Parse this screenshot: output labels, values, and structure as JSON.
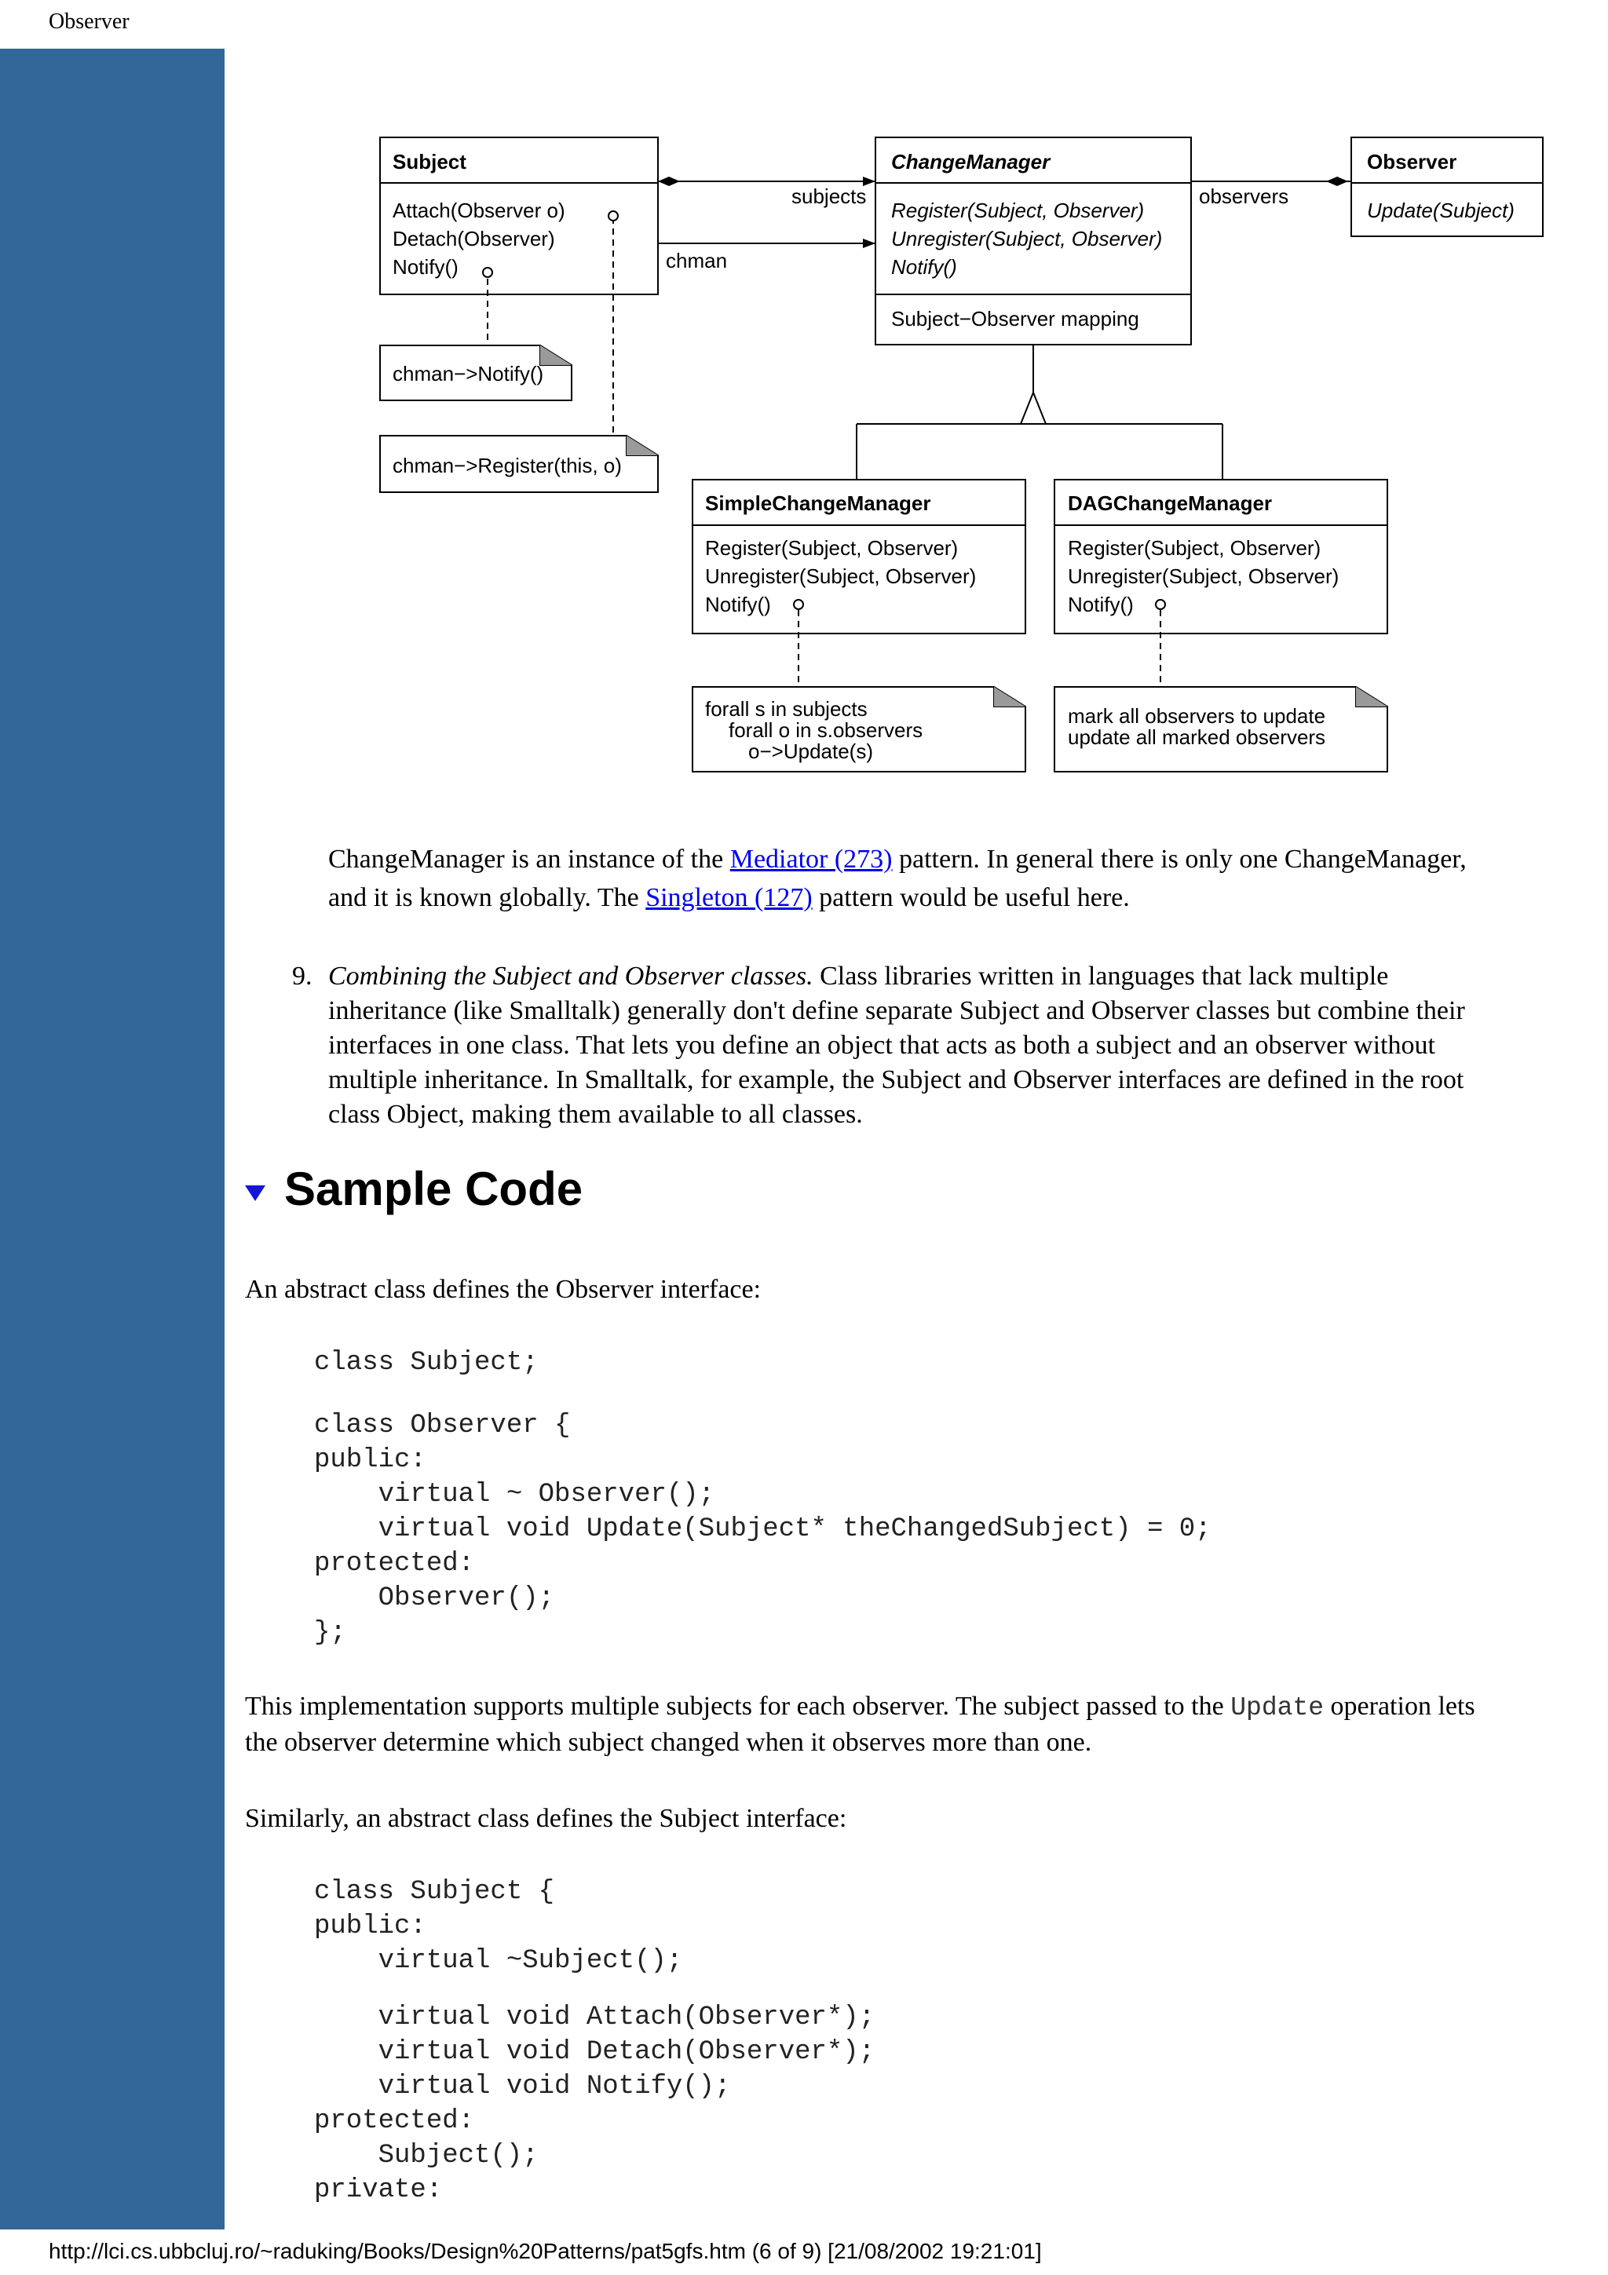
{
  "header": {
    "title": "Observer"
  },
  "footer": {
    "text": "http://lci.cs.ubbcluj.ro/~raduking/Books/Design%20Patterns/pat5gfs.htm (6 of 9) [21/08/2002 19:21:01]"
  },
  "diagram": {
    "subject": {
      "name": "Subject",
      "ops": [
        "Attach(Observer o)",
        "Detach(Observer)",
        "Notify()"
      ]
    },
    "change_manager": {
      "name": "ChangeManager",
      "ops": [
        "Register(Subject, Observer)",
        "Unregister(Subject, Observer)",
        "Notify()"
      ],
      "attr": "Subject−Observer mapping"
    },
    "observer": {
      "name": "Observer",
      "ops": [
        "Update(Subject)"
      ]
    },
    "simple_cm": {
      "name": "SimpleChangeManager",
      "ops": [
        "Register(Subject, Observer)",
        "Unregister(Subject, Observer)",
        "Notify()"
      ]
    },
    "dag_cm": {
      "name": "DAGChangeManager",
      "ops": [
        "Register(Subject, Observer)",
        "Unregister(Subject, Observer)",
        "Notify()"
      ]
    },
    "labels": {
      "subjects": "subjects",
      "chman": "chman",
      "observers": "observers"
    },
    "notes": {
      "notify": "chman−>Notify()",
      "register": "chman−>Register(this, o)",
      "simple": [
        "forall s in subjects",
        "forall o in s.observers",
        "o−>Update(s)"
      ],
      "dag": [
        "mark all observers to update",
        "update all marked observers"
      ]
    }
  },
  "p1": {
    "a": "ChangeManager is an instance of the ",
    "link1": "Mediator (273)",
    "b": " pattern. In general there is only one ChangeManager,",
    "c": "and it is known globally. The ",
    "link2": "Singleton (127)",
    "d": " pattern would be useful here."
  },
  "item9": {
    "number": "9.",
    "title": "Combining the Subject and Observer classes.",
    "l1": " Class libraries written in languages that lack multiple",
    "l2": "inheritance (like Smalltalk) generally don't define separate Subject and Observer classes but combine their",
    "l3": "interfaces in one class. That lets you define an object that acts as both a subject and an observer without",
    "l4": "multiple inheritance. In Smalltalk, for example, the Subject and Observer interfaces are defined in the root",
    "l5": "class Object, making them available to all classes."
  },
  "sample": {
    "heading": "Sample Code",
    "intro": "An abstract class defines the Observer interface:",
    "code1a": "class Subject;",
    "code1b": "class Observer {\npublic:\n    virtual ~ Observer();\n    virtual void Update(Subject* theChangedSubject) = 0;\nprotected:\n    Observer();\n};",
    "para2a": "This implementation supports multiple subjects for each observer. The subject passed to the ",
    "para2code": "Update",
    "para2b": " operation lets",
    "para2c": "the observer determine which subject changed when it observes more than one.",
    "para3": "Similarly, an abstract class defines the Subject interface:",
    "code2a": "class Subject {\npublic:\n    virtual ~Subject();",
    "code2b": "    virtual void Attach(Observer*);\n    virtual void Detach(Observer*);\n    virtual void Notify();\nprotected:\n    Subject();\nprivate:"
  }
}
